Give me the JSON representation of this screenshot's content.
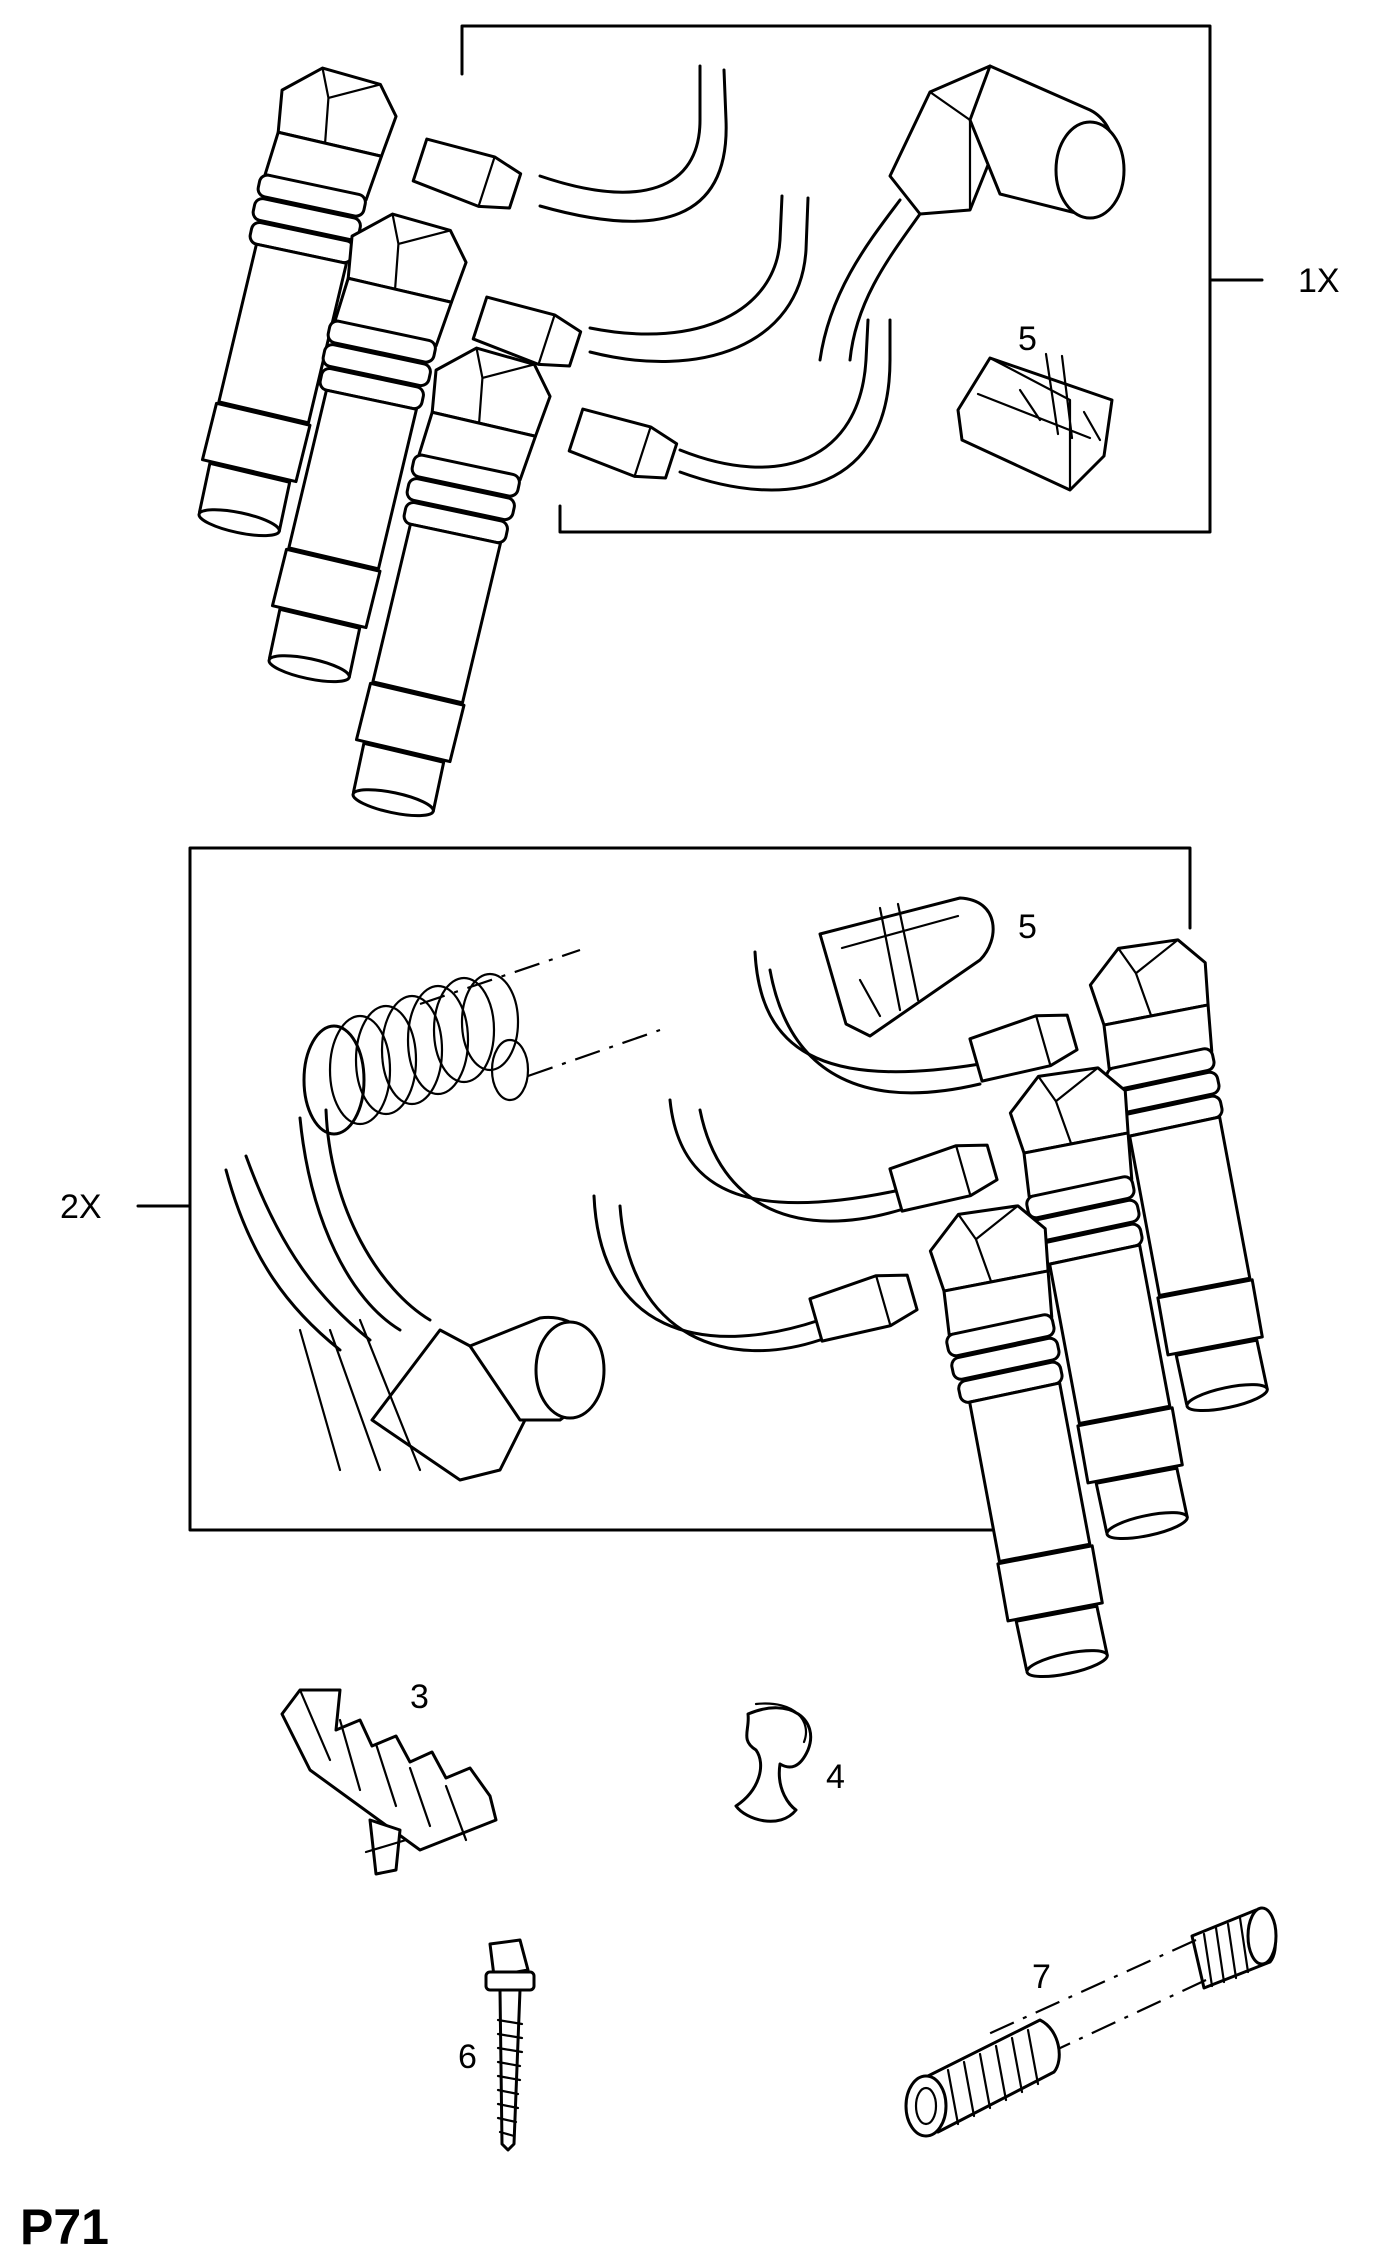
{
  "callouts": {
    "group_top": "1X",
    "group_bottom": "2X",
    "clip_top": "5",
    "clip_bottom": "5",
    "comb_clip": "3",
    "c_clip": "4",
    "bolt": "6",
    "stud": "7"
  },
  "page_code": "P71"
}
